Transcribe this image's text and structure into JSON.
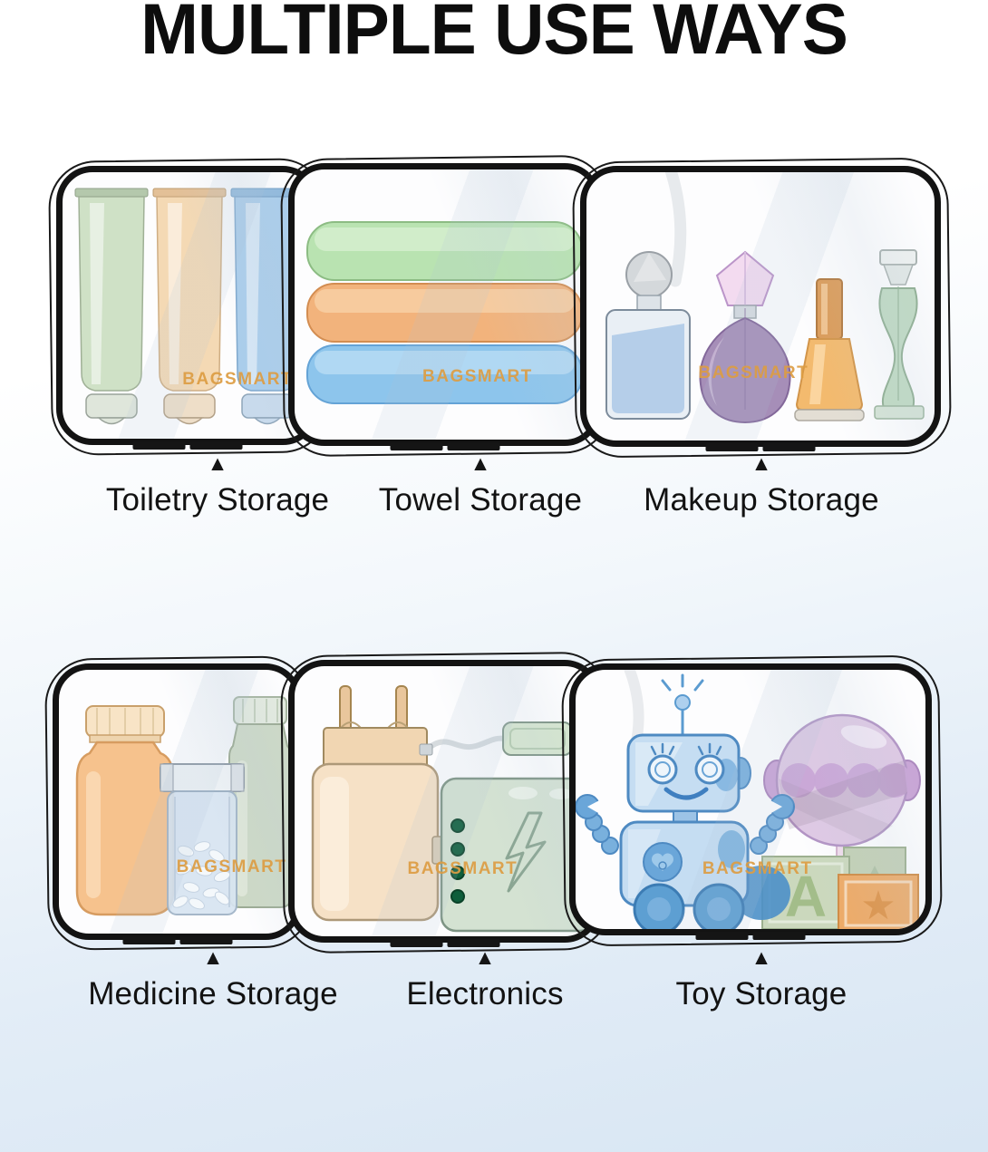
{
  "title": "MULTIPLE USE WAYS",
  "brand": "BAGSMART",
  "pointer_icon": "▲",
  "toy_block_letter": "A",
  "star_icon": "★",
  "colors": {
    "background_bottom": "#d8e6f3",
    "pouch_border": "#131313",
    "brand_text": "#dd9d43",
    "label_text": "#121212",
    "tube_green": "#cfe1c6",
    "tube_orange": "#f4d9b4",
    "tube_blue": "#aacdeb",
    "towel_green": "#b9e3b1",
    "towel_orange": "#f2b37c",
    "towel_blue": "#8dc5ec",
    "power_bank_green": "#d4e2d2",
    "robot_blue": "#c5ddf2",
    "rattle_pink": "#dfc9e4"
  },
  "sections": [
    {
      "label": "Toiletry Storage",
      "illustration": "three-squeeze-tubes"
    },
    {
      "label": "Towel Storage",
      "illustration": "three-folded-towels"
    },
    {
      "label": "Makeup Storage",
      "illustration": "four-perfume-bottles"
    },
    {
      "label": "Medicine Storage",
      "illustration": "pill-bottles-and-jar"
    },
    {
      "label": "Electronics",
      "illustration": "charger-cable-power-bank"
    },
    {
      "label": "Toy Storage",
      "illustration": "robot-rattle-blocks"
    }
  ]
}
